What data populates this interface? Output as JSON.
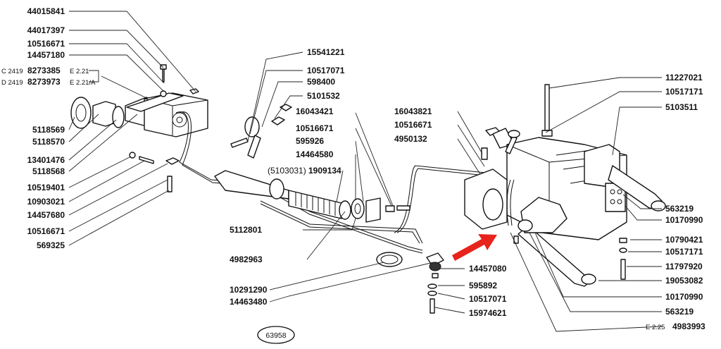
{
  "labels_left": [
    {
      "pre": "",
      "num": "44015841",
      "suf": ""
    },
    {
      "pre": "",
      "num": "44017397",
      "suf": ""
    },
    {
      "pre": "",
      "num": "10516671",
      "suf": ""
    },
    {
      "pre": "",
      "num": "14457180",
      "suf": ""
    },
    {
      "pre": "C 2419",
      "num": "8273385",
      "suf": "E 2.21"
    },
    {
      "pre": "D 2419",
      "num": "8273973",
      "suf": "E 2.21/A"
    },
    {
      "pre": "",
      "num": "5118569",
      "suf": ""
    },
    {
      "pre": "",
      "num": "5118570",
      "suf": ""
    },
    {
      "pre": "",
      "num": "13401476",
      "suf": ""
    },
    {
      "pre": "",
      "num": "5118568",
      "suf": ""
    },
    {
      "pre": "",
      "num": "10519401",
      "suf": ""
    },
    {
      "pre": "",
      "num": "10903021",
      "suf": ""
    },
    {
      "pre": "",
      "num": "14457680",
      "suf": ""
    },
    {
      "pre": "",
      "num": "10516671",
      "suf": ""
    },
    {
      "pre": "",
      "num": "569325",
      "suf": ""
    }
  ],
  "labels_center": [
    {
      "pre": "",
      "num": "15541221",
      "suf": ""
    },
    {
      "pre": "",
      "num": "10517071",
      "suf": ""
    },
    {
      "pre": "",
      "num": "598400",
      "suf": ""
    },
    {
      "pre": "",
      "num": "5101532",
      "suf": ""
    },
    {
      "pre": "",
      "num": "16043421",
      "suf": ""
    },
    {
      "pre": "",
      "num": "10516671",
      "suf": ""
    },
    {
      "pre": "",
      "num": "595926",
      "suf": ""
    },
    {
      "pre": "",
      "num": "14464580",
      "suf": ""
    },
    {
      "pre": "(5103031)",
      "num": "1909134",
      "suf": ""
    },
    {
      "pre": "",
      "num": "5112801",
      "suf": ""
    },
    {
      "pre": "",
      "num": "4982963",
      "suf": ""
    },
    {
      "pre": "",
      "num": "10291290",
      "suf": ""
    },
    {
      "pre": "",
      "num": "14463480",
      "suf": ""
    },
    {
      "pre": "",
      "num": "16043821",
      "suf": ""
    },
    {
      "pre": "",
      "num": "10516671",
      "suf": ""
    },
    {
      "pre": "",
      "num": "4950132",
      "suf": ""
    }
  ],
  "labels_bottom": [
    {
      "pre": "",
      "num": "14457080",
      "suf": ""
    },
    {
      "pre": "",
      "num": "595892",
      "suf": ""
    },
    {
      "pre": "",
      "num": "10517071",
      "suf": ""
    },
    {
      "pre": "",
      "num": "15974621",
      "suf": ""
    }
  ],
  "labels_right": [
    {
      "pre": "",
      "num": "11227021",
      "suf": ""
    },
    {
      "pre": "",
      "num": "10517171",
      "suf": ""
    },
    {
      "pre": "",
      "num": "5103511",
      "suf": ""
    },
    {
      "pre": "",
      "num": "563219",
      "suf": ""
    },
    {
      "pre": "",
      "num": "10170990",
      "suf": ""
    },
    {
      "pre": "",
      "num": "10790421",
      "suf": ""
    },
    {
      "pre": "",
      "num": "10517171",
      "suf": ""
    },
    {
      "pre": "",
      "num": "11797920",
      "suf": ""
    },
    {
      "pre": "",
      "num": "19053082",
      "suf": ""
    },
    {
      "pre": "",
      "num": "10170990",
      "suf": ""
    },
    {
      "pre": "",
      "num": "563219",
      "suf": ""
    },
    {
      "pre": "E 2.25",
      "num": "4983993",
      "suf": ""
    }
  ],
  "figure_number": "63958",
  "colors": {
    "ink": "#111111",
    "arrow": "#e8231c",
    "background": "#ffffff"
  }
}
